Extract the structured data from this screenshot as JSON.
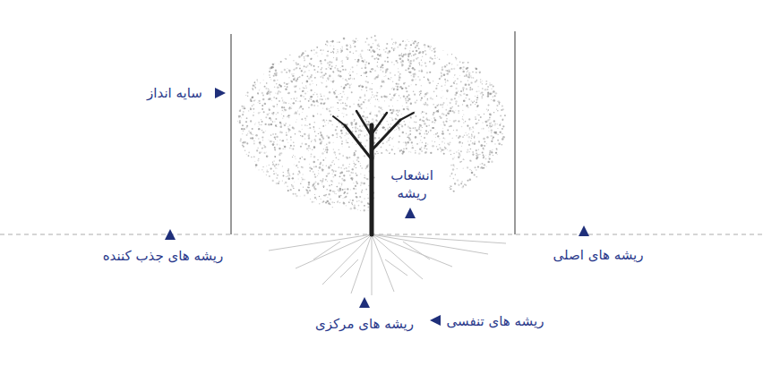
{
  "diagram": {
    "labels": [
      "سایه انداز",
      "انشعاب ریشه",
      "ریشه های جذب کننده",
      "ریشه های اصلی",
      "ریشه های مرکزی",
      "ریشه های تنفسی"
    ]
  }
}
